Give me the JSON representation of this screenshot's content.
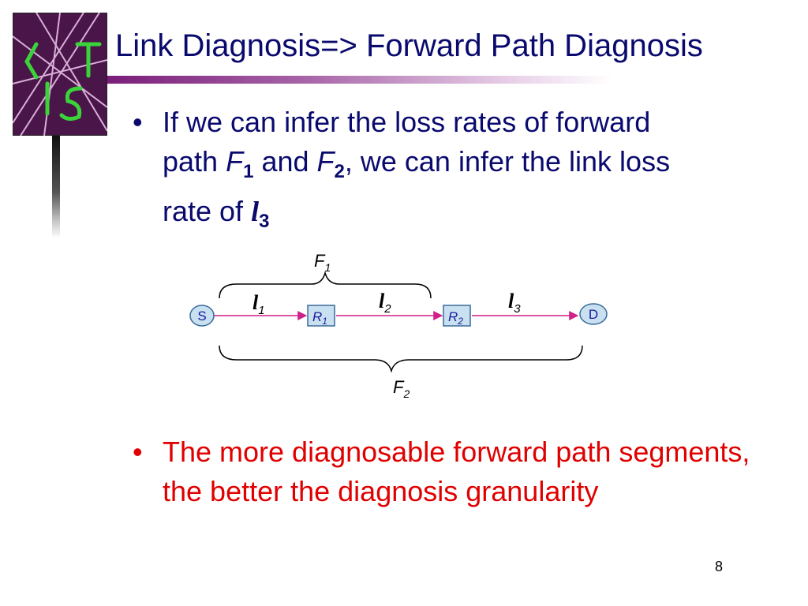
{
  "slide": {
    "title": "Link Diagnosis=> Forward Path Diagnosis",
    "page_number": "8"
  },
  "bullets": [
    {
      "marker": "•",
      "parts": [
        "If we can infer the loss rates of forward path ",
        "F",
        "1",
        " and ",
        "F",
        "2",
        ", we can infer the link loss rate of ",
        "l",
        "3"
      ]
    },
    {
      "marker": "•",
      "text": "The more diagnosable forward path segments, the better the diagnosis granularity"
    }
  ],
  "diagram": {
    "nodes": {
      "s": {
        "label": "S"
      },
      "r1": {
        "label": "R",
        "sub": "1"
      },
      "r2": {
        "label": "R",
        "sub": "2"
      },
      "d": {
        "label": "D"
      }
    },
    "links": [
      {
        "letter": "l",
        "sub": "1"
      },
      {
        "letter": "l",
        "sub": "2"
      },
      {
        "letter": "l",
        "sub": "3"
      }
    ],
    "paths": [
      {
        "letter": "F",
        "sub": "1"
      },
      {
        "letter": "F",
        "sub": "2"
      }
    ],
    "colors": {
      "arrow": "#d0208a",
      "node_fill": "#c8e0f0",
      "node_stroke": "#3a6a9a"
    }
  },
  "colors": {
    "title": "#0a0a6e",
    "bullet1": "#0a0a6e",
    "bullet2": "#e00000",
    "logo_bg": "#4a1548"
  }
}
